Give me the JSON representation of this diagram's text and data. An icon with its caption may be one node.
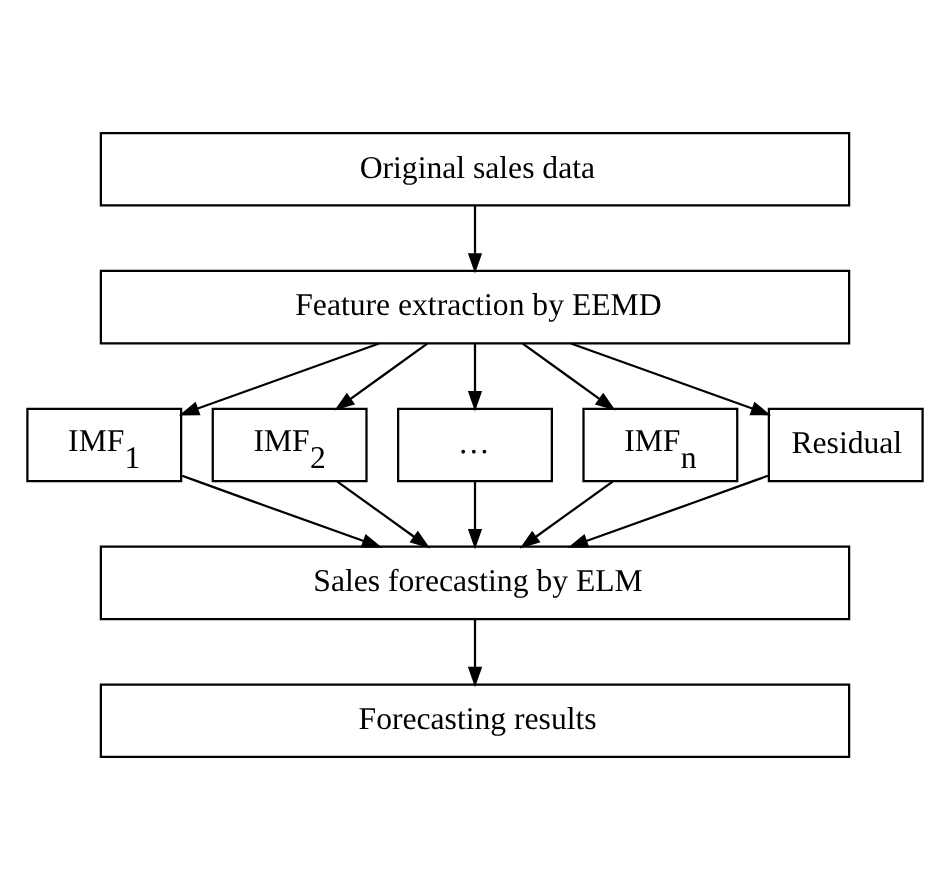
{
  "diagram": {
    "nodes": [
      {
        "text": [
          "Original sales data"
        ]
      },
      {
        "text": [
          "Feature extraction by EEMD"
        ]
      },
      {
        "text": [
          "IMF$_{1}$"
        ]
      },
      {
        "text": [
          "IMF$_{2}$"
        ]
      },
      {
        "text": [
          "…"
        ]
      },
      {
        "text": [
          "IMF$_{n}$"
        ]
      },
      {
        "text": [
          "Residual"
        ]
      },
      {
        "text": [
          "Sales forecasting by ELM"
        ]
      },
      {
        "text": [
          "Forecasting results"
        ]
      }
    ],
    "edges": [
      {
        "from": 0,
        "to": 1,
        "arrow": "to"
      },
      {
        "from": 1,
        "to": 2,
        "arrow": "to"
      },
      {
        "from": 1,
        "to": 3,
        "arrow": "to"
      },
      {
        "from": 1,
        "to": 4,
        "arrow": "to"
      },
      {
        "from": 1,
        "to": 5,
        "arrow": "to"
      },
      {
        "from": 1,
        "to": 6,
        "arrow": "to"
      },
      {
        "from": 2,
        "to": 7,
        "arrow": "to"
      },
      {
        "from": 3,
        "to": 7,
        "arrow": "to"
      },
      {
        "from": 4,
        "to": 7,
        "arrow": "to"
      },
      {
        "from": 5,
        "to": 7,
        "arrow": "to"
      },
      {
        "from": 6,
        "to": 7,
        "arrow": "to"
      },
      {
        "from": 7,
        "to": 8,
        "arrow": "to"
      }
    ]
  }
}
